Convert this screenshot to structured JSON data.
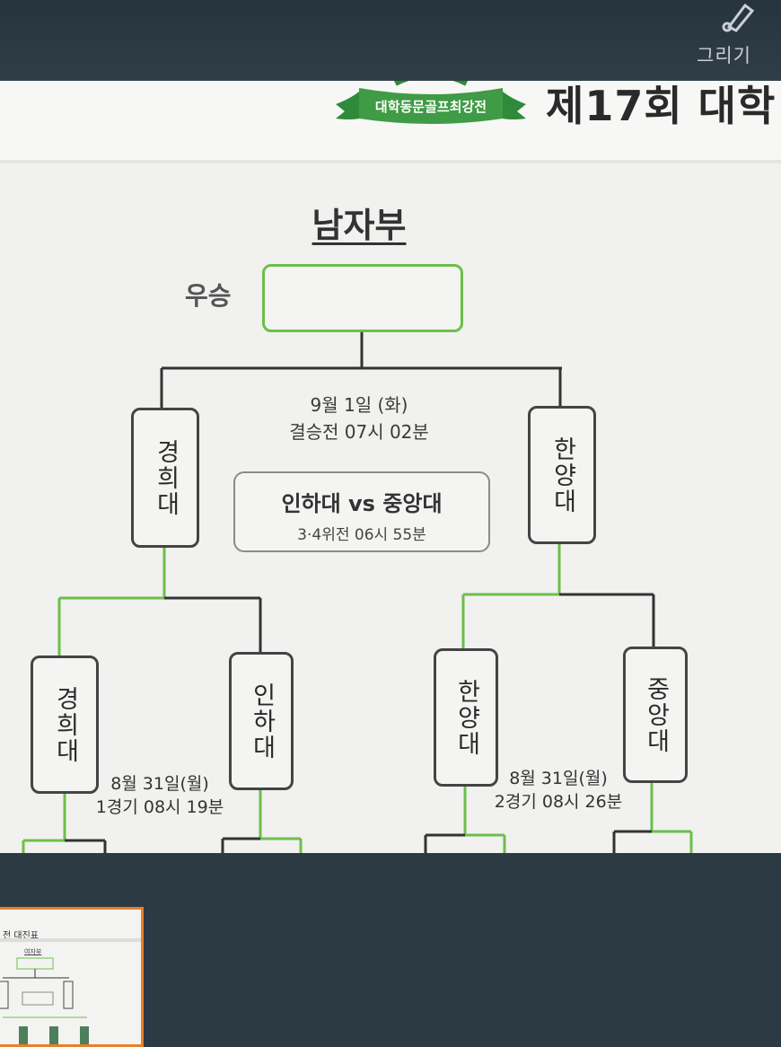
{
  "toolbar": {
    "draw_label": "그리기",
    "draw_icon": "pen-icon"
  },
  "slide": {
    "title": "제17회 대학",
    "logo_text": "대학동문골프최강전",
    "section": "남자부",
    "winner_label": "우승",
    "final": {
      "date": "9월 1일 (화)",
      "time": "결승전 07시 02분"
    },
    "third_place": {
      "match": "인하대 vs 중앙대",
      "time": "3·4위전 06시 55분"
    },
    "semis": {
      "left": "경희대",
      "right": "한양대"
    },
    "round1": [
      "경희대",
      "인하대",
      "한양대",
      "중앙대"
    ],
    "game1": {
      "date": "8월 31일(월)",
      "time": "1경기 08시 19분"
    },
    "game2": {
      "date": "8월 31일(월)",
      "time": "2경기 08시 26분"
    }
  },
  "thumbnail": {
    "title": "전 대진표",
    "section": "여자부"
  },
  "colors": {
    "accent_green": "#6cbf4a",
    "line_dark": "#333333",
    "logo_green": "#2f8a3a"
  }
}
